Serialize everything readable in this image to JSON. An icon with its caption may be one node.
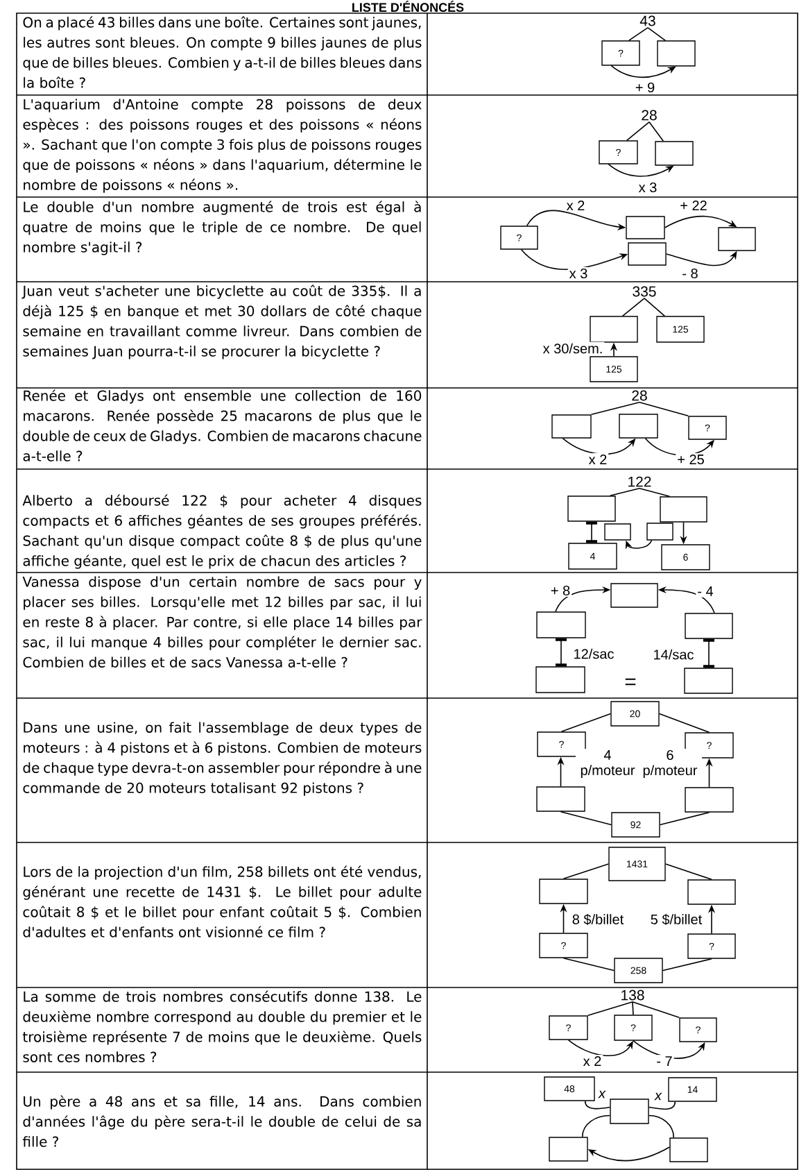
{
  "diagram": {
    "title": "LISTE D'ÉNONCÉS",
    "nodes": [
      {
        "text": [
          "43"
        ]
      },
      {
        "text": [
          "?"
        ]
      },
      {
        "text": [],
        "shape": "box"
      },
      {
        "text": [
          "28"
        ]
      },
      {
        "text": [
          "?"
        ]
      },
      {
        "text": [],
        "shape": "box"
      },
      {
        "text": [
          "?"
        ]
      },
      {
        "text": [],
        "shape": "box"
      },
      {
        "text": [],
        "shape": "box"
      },
      {
        "text": [],
        "shape": "box"
      },
      {
        "text": [
          "335"
        ]
      },
      {
        "text": [],
        "shape": "box"
      },
      {
        "text": [
          "125"
        ]
      },
      {
        "text": [
          "125"
        ]
      },
      {
        "text": [
          "28"
        ]
      },
      {
        "text": [],
        "shape": "box"
      },
      {
        "text": [],
        "shape": "box"
      },
      {
        "text": [
          "?"
        ]
      },
      {
        "text": [
          "122"
        ]
      },
      {
        "text": [],
        "shape": "box"
      },
      {
        "text": [],
        "shape": "box"
      },
      {
        "text": [],
        "shape": "box"
      },
      {
        "text": [],
        "shape": "box"
      },
      {
        "text": [
          "4"
        ]
      },
      {
        "text": [
          "6"
        ]
      },
      {
        "text": [],
        "shape": "box"
      },
      {
        "text": [],
        "shape": "box"
      },
      {
        "text": [],
        "shape": "box"
      },
      {
        "text": [],
        "shape": "box"
      },
      {
        "text": [],
        "shape": "box"
      },
      {
        "text": [
          "20"
        ]
      },
      {
        "text": [
          "?"
        ]
      },
      {
        "text": [
          "?"
        ]
      },
      {
        "text": [],
        "shape": "box"
      },
      {
        "text": [],
        "shape": "box"
      },
      {
        "text": [
          "92"
        ]
      },
      {
        "text": [
          "1431"
        ]
      },
      {
        "text": [],
        "shape": "box"
      },
      {
        "text": [],
        "shape": "box"
      },
      {
        "text": [
          "?"
        ]
      },
      {
        "text": [
          "?"
        ]
      },
      {
        "text": [
          "258"
        ]
      },
      {
        "text": [
          "138"
        ]
      },
      {
        "text": [
          "?"
        ]
      },
      {
        "text": [
          "?"
        ]
      },
      {
        "text": [
          "?"
        ]
      },
      {
        "text": [
          "48"
        ]
      },
      {
        "text": [
          "14"
        ]
      },
      {
        "text": [],
        "shape": "box"
      },
      {
        "text": [],
        "shape": "box"
      },
      {
        "text": [],
        "shape": "box"
      }
    ],
    "edges": [
      {
        "from": 0,
        "to": 1,
        "arrow": "none"
      },
      {
        "from": 0,
        "to": 2,
        "arrow": "none"
      },
      {
        "from": 1,
        "to": 2,
        "arrow": "to",
        "label": "+ 9"
      },
      {
        "from": 3,
        "to": 4,
        "arrow": "none"
      },
      {
        "from": 3,
        "to": 5,
        "arrow": "none"
      },
      {
        "from": 4,
        "to": 5,
        "arrow": "to",
        "label": "x 3"
      },
      {
        "from": 6,
        "to": 7,
        "arrow": "to",
        "label": "x 2"
      },
      {
        "from": 6,
        "to": 8,
        "arrow": "to",
        "label": "x 3"
      },
      {
        "from": 7,
        "to": 9,
        "arrow": "to",
        "label": "+ 22"
      },
      {
        "from": 8,
        "to": 9,
        "arrow": "to",
        "label": "- 8"
      },
      {
        "from": 10,
        "to": 11,
        "arrow": "none"
      },
      {
        "from": 10,
        "to": 12,
        "arrow": "none"
      },
      {
        "from": 13,
        "to": 11,
        "arrow": "to",
        "label": "x 30/sem."
      },
      {
        "from": 14,
        "to": 15,
        "arrow": "none"
      },
      {
        "from": 14,
        "to": 17,
        "arrow": "none"
      },
      {
        "from": 15,
        "to": 16,
        "arrow": "to",
        "label": "x 2"
      },
      {
        "from": 16,
        "to": 17,
        "arrow": "to",
        "label": "+ 25"
      },
      {
        "from": 18,
        "to": 19,
        "arrow": "none"
      },
      {
        "from": 18,
        "to": 20,
        "arrow": "none"
      },
      {
        "from": 19,
        "to": 23,
        "arrow": "other"
      },
      {
        "from": 20,
        "to": 24,
        "arrow": "to"
      },
      {
        "from": 22,
        "to": 21,
        "arrow": "to"
      },
      {
        "from": 26,
        "to": 25,
        "arrow": "to",
        "label": "+ 8"
      },
      {
        "from": 27,
        "to": 25,
        "arrow": "to",
        "label": "- 4"
      },
      {
        "from": 26,
        "to": 28,
        "arrow": "other",
        "label": "12/sac"
      },
      {
        "from": 27,
        "to": 29,
        "arrow": "other",
        "label": "14/sac"
      },
      {
        "from": 30,
        "to": 31,
        "arrow": "none"
      },
      {
        "from": 30,
        "to": 32,
        "arrow": "none"
      },
      {
        "from": 33,
        "to": 31,
        "arrow": "to",
        "label": "4 p/moteur"
      },
      {
        "from": 34,
        "to": 32,
        "arrow": "to",
        "label": "6 p/moteur"
      },
      {
        "from": 33,
        "to": 35,
        "arrow": "none"
      },
      {
        "from": 34,
        "to": 35,
        "arrow": "none"
      },
      {
        "from": 36,
        "to": 37,
        "arrow": "none"
      },
      {
        "from": 36,
        "to": 38,
        "arrow": "none"
      },
      {
        "from": 39,
        "to": 37,
        "arrow": "to",
        "label": "8 $/billet"
      },
      {
        "from": 40,
        "to": 38,
        "arrow": "to",
        "label": "5 $/billet"
      },
      {
        "from": 39,
        "to": 41,
        "arrow": "none"
      },
      {
        "from": 40,
        "to": 41,
        "arrow": "none"
      },
      {
        "from": 42,
        "to": 43,
        "arrow": "none"
      },
      {
        "from": 42,
        "to": 44,
        "arrow": "none"
      },
      {
        "from": 42,
        "to": 45,
        "arrow": "none"
      },
      {
        "from": 43,
        "to": 44,
        "arrow": "to",
        "label": "x 2"
      },
      {
        "from": 44,
        "to": 45,
        "arrow": "to",
        "label": "- 7"
      },
      {
        "from": 46,
        "to": 48,
        "arrow": "none",
        "label": "x"
      },
      {
        "from": 47,
        "to": 48,
        "arrow": "none",
        "label": "x"
      },
      {
        "from": 48,
        "to": 49,
        "arrow": "none"
      },
      {
        "from": 48,
        "to": 50,
        "arrow": "none"
      },
      {
        "from": 50,
        "to": 49,
        "arrow": "to"
      }
    ],
    "labels": [
      "On a placé 43 billes dans une boîte. Certaines sont jaunes, les autres sont bleues. On compte 9 billes jaunes de plus que de billes bleues. Combien y a-t-il de billes bleues dans la boîte ?",
      "L'aquarium d'Antoine compte 28 poissons de deux espèces : des poissons rouges et des poissons « néons ». Sachant que l'on compte 3 fois plus de poissons rouges que de poissons « néons » dans l'aquarium, détermine le nombre de poissons « néons ».",
      "Le double d'un nombre augmenté de trois est égal à quatre de moins que le triple de ce nombre. De quel nombre s'agit-il ?",
      "Juan veut s'acheter une bicyclette au coût de 335$. Il a déjà 125 $ en banque et met 30 dollars de côté chaque semaine en travaillant comme livreur. Dans combien de semaines Juan pourra-t-il se procurer la bicyclette ?",
      "Renée et Gladys ont ensemble une collection de 160 macarons. Renée possède 25 macarons de plus que le double de ceux de Gladys. Combien de macarons chacune a-t-elle ?",
      "Alberto a déboursé 122 $ pour acheter 4 disques compacts et 6 affiches géantes de ses groupes préférés. Sachant qu'un disque compact coûte 8 $ de plus qu'une affiche géante, quel est le prix de chacun des articles ?",
      "Vanessa dispose d'un certain nombre de sacs pour y placer ses billes. Lorsqu'elle met 12 billes par sac, il lui en reste 8 à placer. Par contre, si elle place 14 billes par sac, il lui manque 4 billes pour compléter le dernier sac. Combien de billes et de sacs Vanessa a-t-elle ?",
      "=",
      "Dans une usine, on fait l'assemblage de deux types de moteurs : à 4 pistons et à 6 pistons. Combien de moteurs de chaque type devra-t-on assembler pour répondre à une commande de 20 moteurs totalisant 92 pistons ?",
      "Lors de la projection d'un film, 258 billets ont été vendus, générant une recette de 1431 $. Le billet pour adulte coûtait 8 $ et le billet pour enfant coûtait 5 $. Combien d'adultes et d'enfants ont visionné ce film ?",
      "La somme de trois nombres consécutifs donne 138. Le deuxième nombre correspond au double du premier et le troisième représente 7 de moins que le deuxième. Quels sont ces nombres ?",
      "Un père a 48 ans et sa fille, 14 ans. Dans combien d'années l'âge du père sera-t-il le double de celui de sa fille ?"
    ]
  }
}
